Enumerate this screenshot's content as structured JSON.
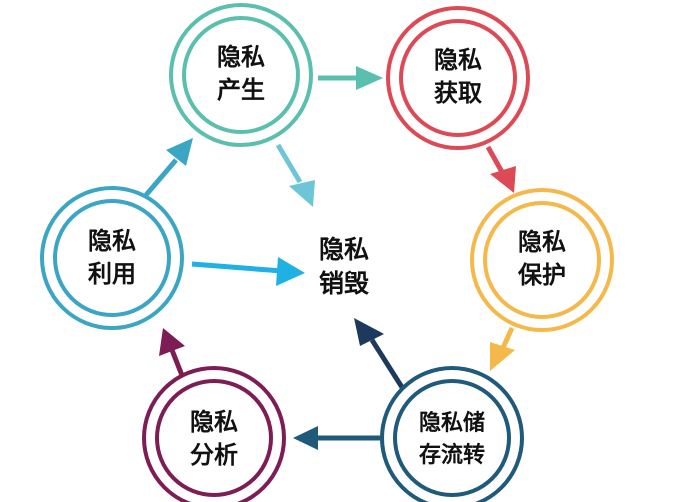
{
  "nodes": [
    {
      "id": "generate",
      "line1": "隐私",
      "line2": "产生",
      "color": "#5bbfae"
    },
    {
      "id": "acquire",
      "line1": "隐私",
      "line2": "获取",
      "color": "#dd4a55"
    },
    {
      "id": "protect",
      "line1": "隐私",
      "line2": "保护",
      "color": "#f4b94a"
    },
    {
      "id": "storage",
      "line1": "隐私储",
      "line2": "存流转",
      "color": "#1f5a7a"
    },
    {
      "id": "analyze",
      "line1": "隐私",
      "line2": "分析",
      "color": "#7d1d55"
    },
    {
      "id": "use",
      "line1": "隐私",
      "line2": "利用",
      "color": "#3aa6c4"
    }
  ],
  "center": {
    "line1": "隐私",
    "line2": "销毁"
  },
  "arrow_colors": {
    "generate_to_acquire": "#5bbfae",
    "acquire_to_protect": "#dd4a55",
    "protect_to_storage": "#f4b94a",
    "storage_to_analyze": "#1f5a7a",
    "analyze_to_use": "#7d1d55",
    "use_to_generate": "#3aa6c4",
    "generate_to_center": "#6cc6d6",
    "use_to_center": "#1fb0e4",
    "storage_to_center": "#1d3a5c"
  }
}
